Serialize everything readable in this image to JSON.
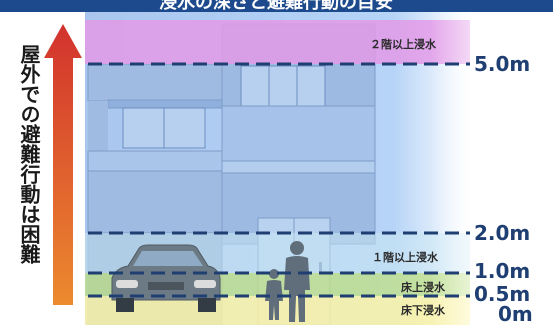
{
  "header_text": "浸水の深さと避難行動の目安",
  "side_label": "屋外での避難行動は困難",
  "zones": [
    {
      "label": "２階以上浸水"
    },
    {
      "label": "１階以上浸水"
    },
    {
      "label": "床上浸水"
    },
    {
      "label": "床下浸水"
    }
  ],
  "levels": [
    {
      "label": "5.0m",
      "value": 5.0
    },
    {
      "label": "2.0m",
      "value": 2.0
    },
    {
      "label": "1.0m",
      "value": 1.0
    },
    {
      "label": "0.5m",
      "value": 0.5
    },
    {
      "label": "0m",
      "value": 0
    }
  ],
  "colors": {
    "header_bg": "#1d4a8c",
    "zone_2f": "#e39ae8",
    "zone_1f": "#c8e6f3",
    "zone_yukaue": "#bfe08a",
    "zone_yukashita": "#fbf3a6",
    "dash": "#1f3f73",
    "arrow_top": "#d2322d",
    "arrow_bottom": "#e8892a"
  }
}
